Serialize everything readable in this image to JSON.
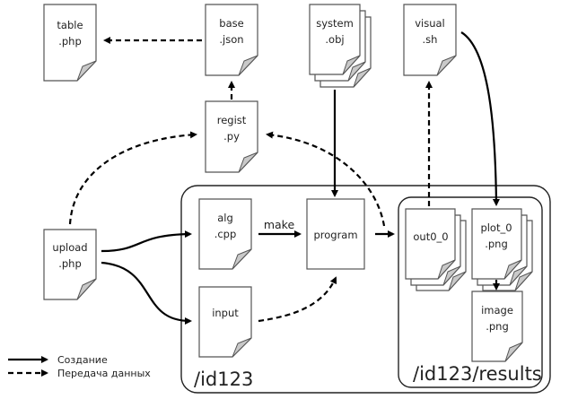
{
  "files": {
    "table": [
      "table",
      ".php"
    ],
    "base": [
      "base",
      ".json"
    ],
    "system": [
      "system",
      ".obj"
    ],
    "visual": [
      "visual",
      ".sh"
    ],
    "regist": [
      "regist",
      ".py"
    ],
    "upload": [
      "upload",
      ".php"
    ],
    "alg": [
      "alg",
      ".cpp"
    ],
    "input": [
      "input"
    ],
    "program": [
      "program"
    ],
    "out": [
      "out0_0"
    ],
    "plot": [
      "plot_0",
      ".png"
    ],
    "image": [
      "image",
      ".png"
    ]
  },
  "edge_labels": {
    "make": "make"
  },
  "containers": {
    "id123": "/id123",
    "results": "/id123/results"
  },
  "legend": {
    "creation": "Создание",
    "transfer": "Передача данных"
  }
}
